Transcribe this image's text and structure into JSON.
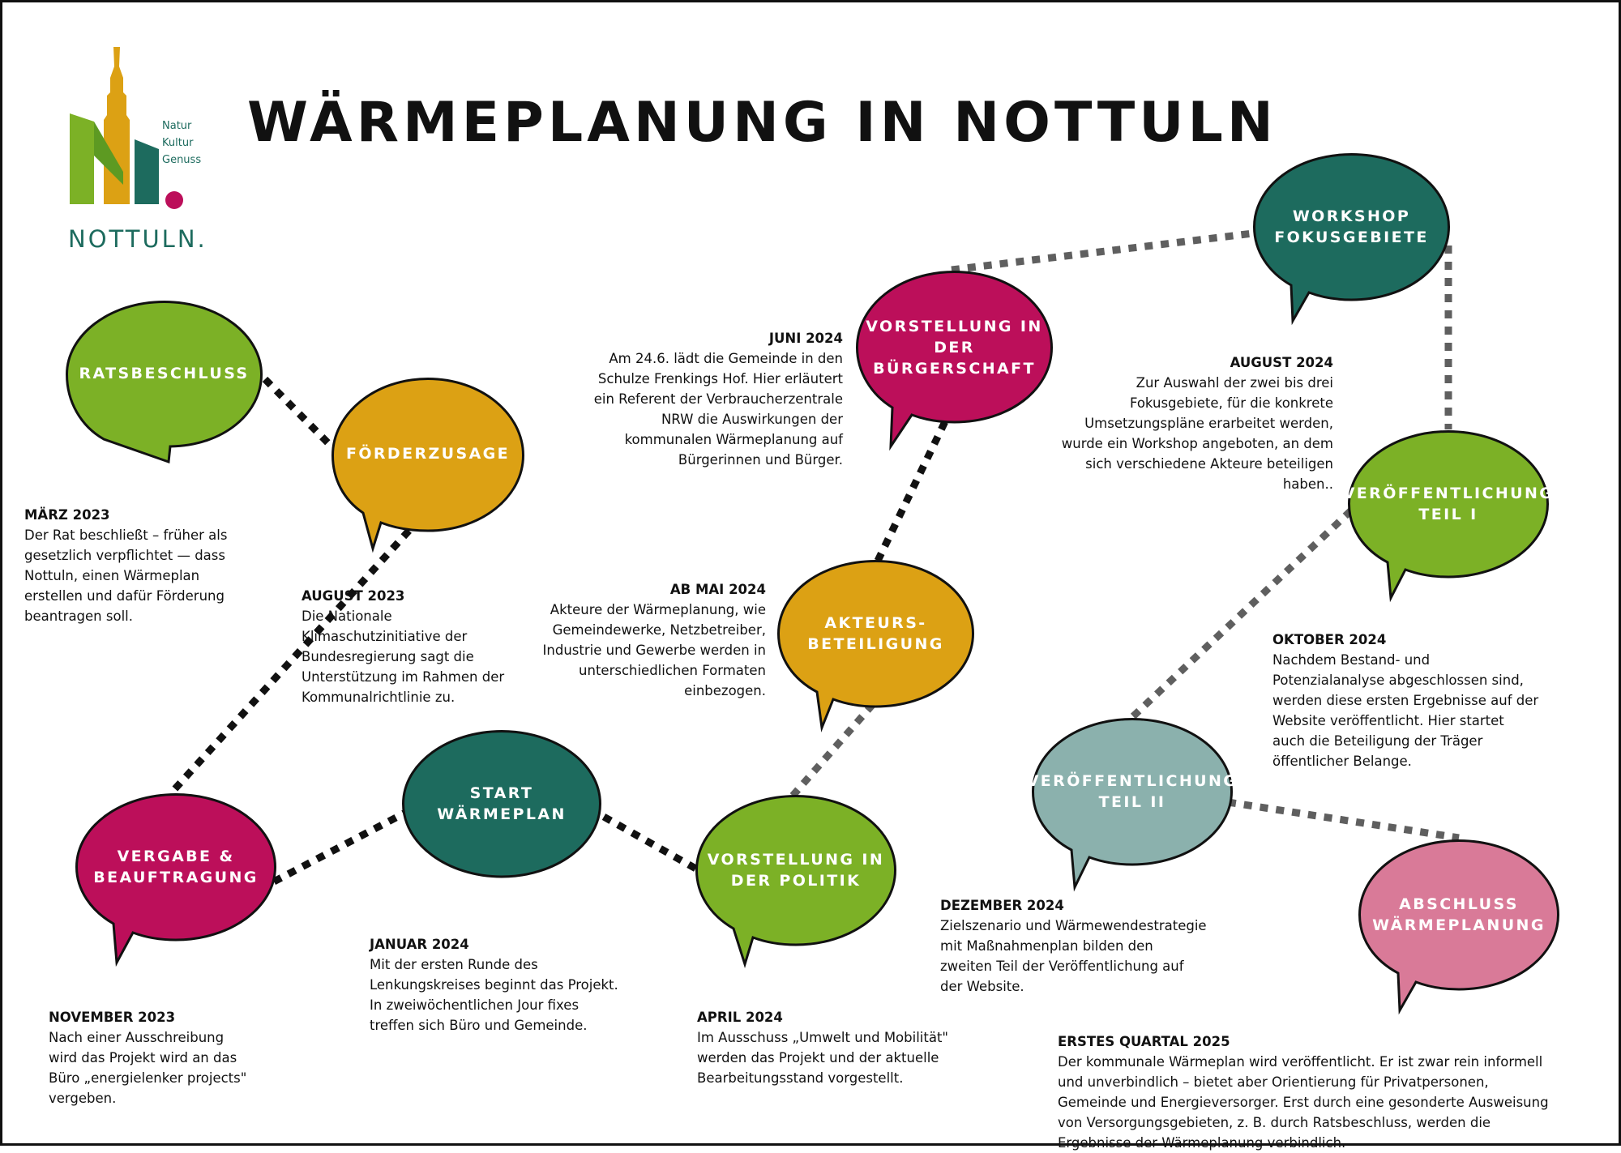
{
  "title": "WÄRMEPLANUNG IN NOTTULN",
  "logo": {
    "name": "NOTTULN.",
    "tagline": [
      "Natur",
      "Kultur",
      "Genuss"
    ]
  },
  "colors": {
    "green": "#7cb126",
    "gold": "#dca114",
    "teal": "#1d6b5e",
    "magenta": "#bc0f5a",
    "grey_teal": "#8bb1ad",
    "pink": "#d97a98",
    "black_dots": "#111111",
    "grey_dots": "#5f5f5f"
  },
  "milestones": [
    {
      "id": "ratsbeschluss",
      "label": "RATSBESCHLUSS",
      "date": "MÄRZ 2023",
      "text": "Der Rat beschließt – früher als\ngesetzlich verpflichtet — dass\nNottuln, einen Wärmeplan\nerstellen und dafür Förderung\nbeantragen soll."
    },
    {
      "id": "foerderzusage",
      "label": "FÖRDERZUSAGE",
      "date": "AUGUST 2023",
      "text": "Die Nationale\nKlimaschutzinitiative der\nBundesregierung sagt die\nUnterstützung im Rahmen der\nKommunalrichtlinie zu."
    },
    {
      "id": "vergabe",
      "label": "VERGABE &\nBEAUFTRAGUNG",
      "date": "NOVEMBER 2023",
      "text": "Nach einer Ausschreibung\nwird das Projekt wird an das\nBüro „energielenker projects\"\nvergeben."
    },
    {
      "id": "start",
      "label": "START\nWÄRMEPLAN",
      "date": "JANUAR 2024",
      "text": "Mit der ersten Runde des\nLenkungskreises beginnt das Projekt.\nIn zweiwöchentlichen Jour fixes\ntreffen sich Büro und Gemeinde."
    },
    {
      "id": "politik",
      "label": "VORSTELLUNG IN\nDER POLITIK",
      "date": "APRIL 2024",
      "text": "Im Ausschuss „Umwelt und Mobilität\"\nwerden das Projekt und der aktuelle\nBearbeitungsstand vorgestellt."
    },
    {
      "id": "akteure",
      "label": "AKTEURS-\nBETEILIGUNG",
      "date": "AB MAI 2024",
      "text": "Akteure der Wärmeplanung, wie\nGemeindewerke, Netzbetreiber,\nIndustrie und Gewerbe werden in\nunterschiedlichen Formaten\neinbezogen."
    },
    {
      "id": "buergerschaft",
      "label": "VORSTELLUNG IN\nDER BÜRGERSCHAFT",
      "date": "JUNI 2024",
      "text": "Am 24.6. lädt die Gemeinde in den\nSchulze Frenkings Hof. Hier erläutert\nein Referent der Verbraucherzentrale\nNRW die Auswirkungen der\nkommunalen Wärmeplanung auf\nBürgerinnen und Bürger."
    },
    {
      "id": "workshop",
      "label": "WORKSHOP\nFOKUSGEBIETE",
      "date": "AUGUST 2024",
      "text": "Zur Auswahl der zwei bis drei\nFokusgebiete, für die konkrete\nUmsetzungspläne erarbeitet werden,\nwurde ein Workshop angeboten, an dem\nsich verschiedene Akteure beteiligen\nhaben.."
    },
    {
      "id": "veroeff1",
      "label": "VERÖFFENTLICHUNG\nTEIL I",
      "date": "OKTOBER 2024",
      "text": "Nachdem Bestand- und\nPotenzialanalyse abgeschlossen sind,\nwerden diese ersten Ergebnisse auf der\nWebsite veröffentlicht. Hier startet\nauch die Beteiligung der Träger\nöffentlicher Belange."
    },
    {
      "id": "veroeff2",
      "label": "VERÖFFENTLICHUNG\nTEIL II",
      "date": "DEZEMBER 2024",
      "text": "Zielszenario und Wärmewendestrategie\nmit Maßnahmenplan bilden den\nzweiten Teil der Veröffentlichung auf\nder Website."
    },
    {
      "id": "abschluss",
      "label": "ABSCHLUSS\nWÄRMEPLANUNG",
      "date": "ERSTES QUARTAL 2025",
      "text": "Der kommunale Wärmeplan wird veröffentlicht. Er ist zwar rein informell\nund unverbindlich – bietet aber Orientierung für Privatpersonen,\nGemeinde und Energieversorger. Erst durch eine gesonderte Ausweisung\nvon Versorgungsgebieten, z. B. durch Ratsbeschluss, werden die\nErgebnisse der Wärmeplanung verbindlich."
    }
  ]
}
